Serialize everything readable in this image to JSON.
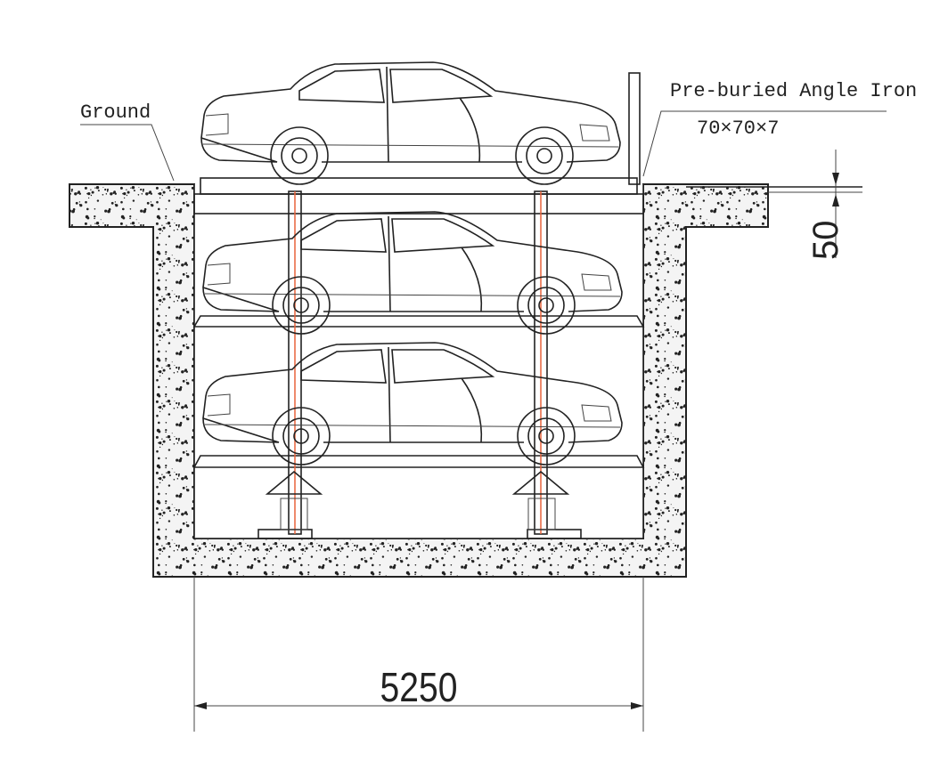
{
  "labels": {
    "ground": "Ground",
    "angle_iron": "Pre-buried Angle Iron",
    "angle_iron_size": "70×70×7"
  },
  "dimensions": {
    "pit_width": "5250",
    "angle_iron_offset": "50"
  },
  "colors": {
    "line": "#222222",
    "post_centerline": "#e8643c",
    "concrete": "#f4f4f4"
  }
}
